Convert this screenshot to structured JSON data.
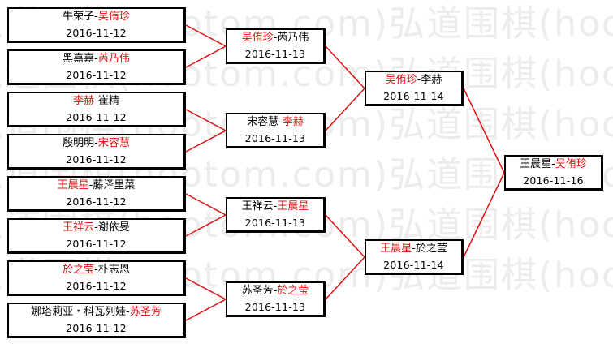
{
  "watermark": {
    "text": "弘道围棋(hootom.com)弘道围棋(hootom.com)",
    "lines": [
      0,
      1,
      2,
      3,
      4,
      5
    ]
  },
  "colors": {
    "winner": "#e01010",
    "line": "#e01010",
    "border": "#000000"
  },
  "rounds": [
    [
      {
        "a": "牛荣子",
        "b": "吴侑珍",
        "win": "b",
        "date": "2016-11-12"
      },
      {
        "a": "黑嘉嘉",
        "b": "芮乃伟",
        "win": "b",
        "date": "2016-11-12"
      },
      {
        "a": "李赫",
        "b": "崔精",
        "win": "a",
        "date": "2016-11-12"
      },
      {
        "a": "殷明明",
        "b": "宋容慧",
        "win": "b",
        "date": "2016-11-12"
      },
      {
        "a": "王晨星",
        "b": "藤泽里菜",
        "win": "a",
        "date": "2016-11-12"
      },
      {
        "a": "王祥云",
        "b": "谢依旻",
        "win": "a",
        "date": "2016-11-12"
      },
      {
        "a": "於之莹",
        "b": "朴志恩",
        "win": "a",
        "date": "2016-11-12"
      },
      {
        "a": "娜塔莉亚・科瓦列娃",
        "b": "苏圣芳",
        "win": "b",
        "date": "2016-11-12"
      }
    ],
    [
      {
        "a": "吴侑珍",
        "b": "芮乃伟",
        "win": "a",
        "date": "2016-11-13"
      },
      {
        "a": "宋容慧",
        "b": "李赫",
        "win": "b",
        "date": "2016-11-13"
      },
      {
        "a": "王祥云",
        "b": "王晨星",
        "win": "b",
        "date": "2016-11-13"
      },
      {
        "a": "苏圣芳",
        "b": "於之莹",
        "win": "b",
        "date": "2016-11-13"
      }
    ],
    [
      {
        "a": "吴侑珍",
        "b": "李赫",
        "win": "a",
        "date": "2016-11-14"
      },
      {
        "a": "王晨星",
        "b": "於之莹",
        "win": "a",
        "date": "2016-11-14"
      }
    ],
    [
      {
        "a": "王晨星",
        "b": "吴侑珍",
        "win": "b",
        "date": "2016-11-16"
      }
    ]
  ]
}
